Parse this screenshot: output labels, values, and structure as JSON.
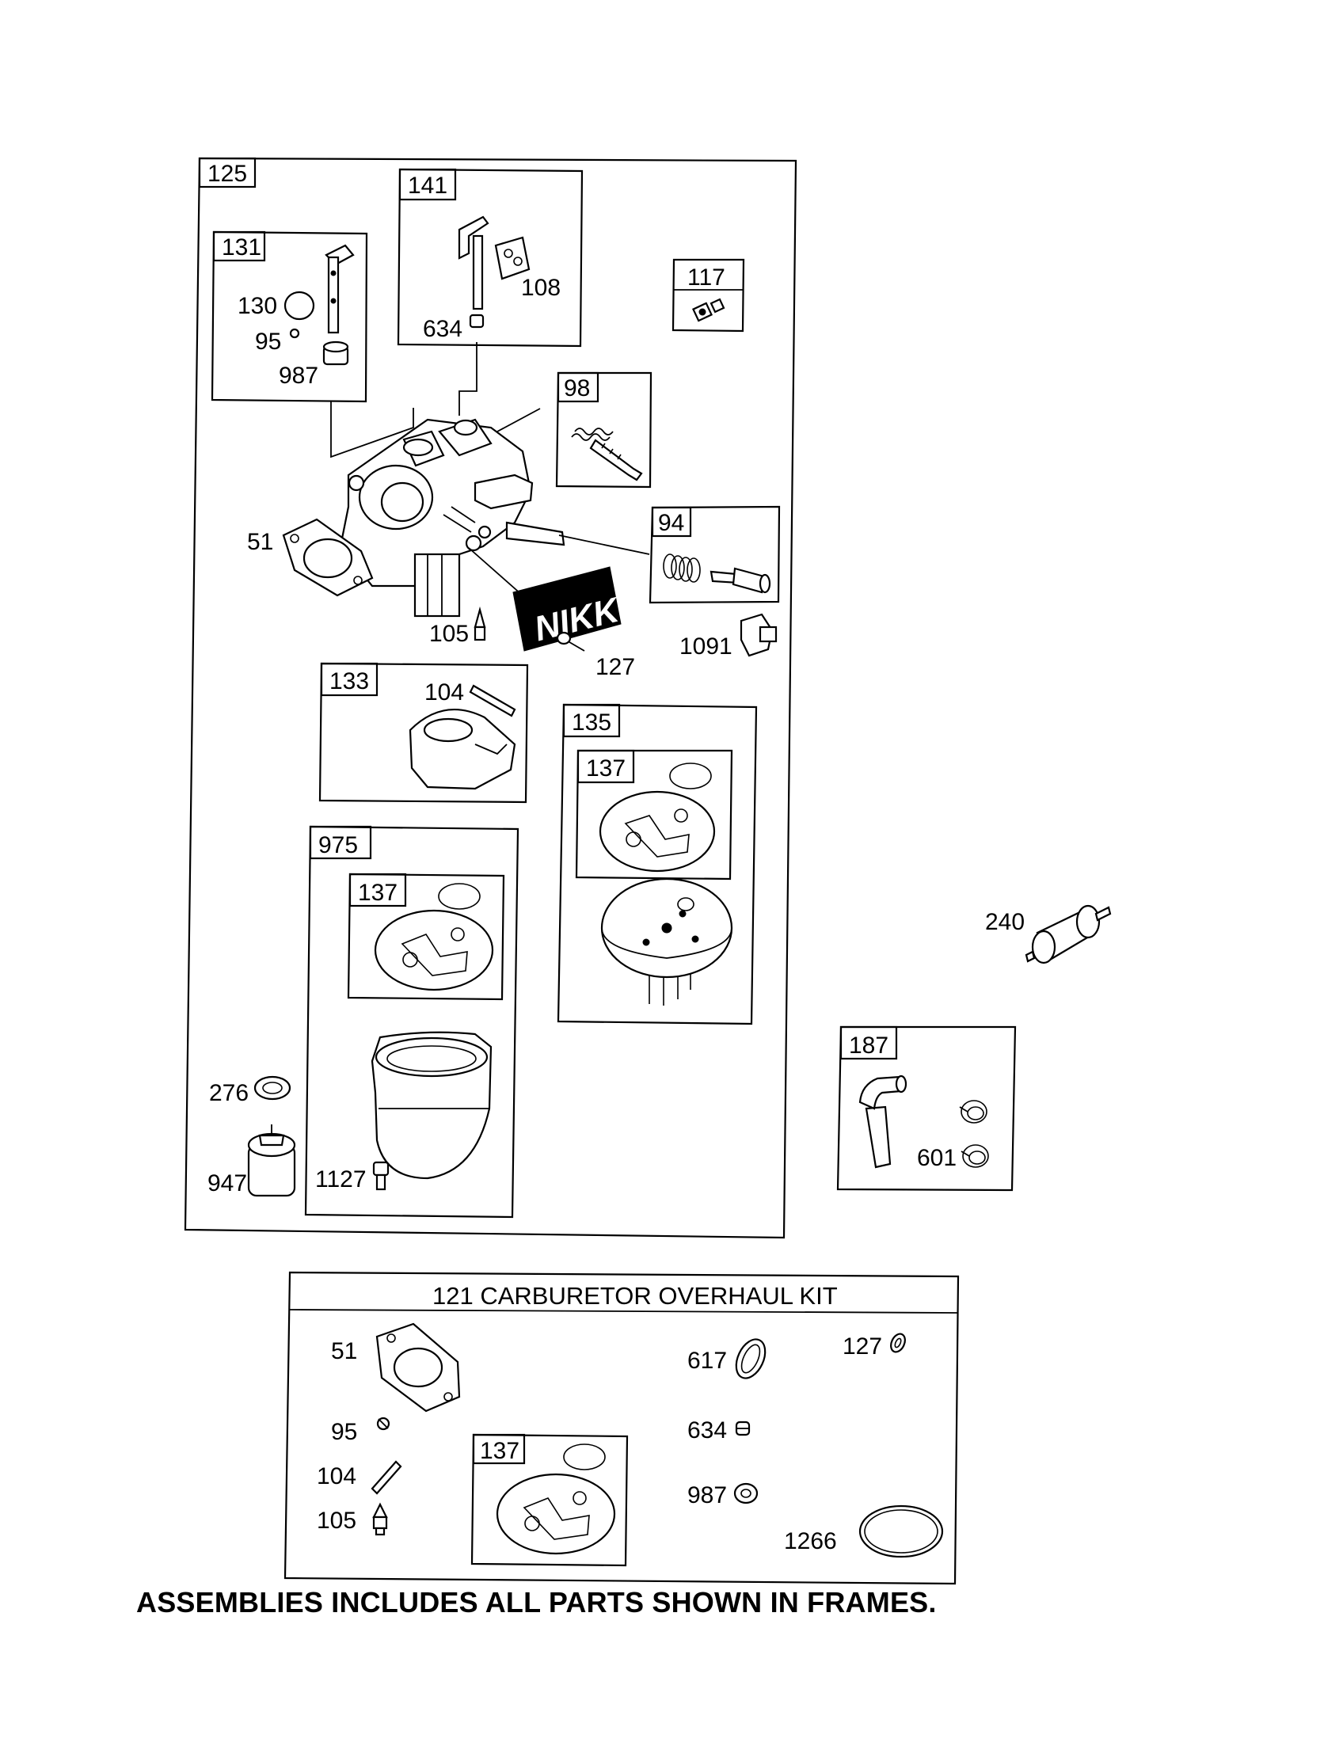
{
  "frames": {
    "f125": "125",
    "f131": "131",
    "f141": "141",
    "f117": "117",
    "f98": "98",
    "f94": "94",
    "f133": "133",
    "f135": "135",
    "f137a": "137",
    "f975": "975",
    "f137b": "137",
    "f187": "187",
    "f137c": "137"
  },
  "parts": {
    "p130": "130",
    "p95": "95",
    "p987": "987",
    "p108": "108",
    "p634": "634",
    "p51": "51",
    "p105": "105",
    "p127": "127",
    "p1091": "1091",
    "p104": "104",
    "p276": "276",
    "p947": "947",
    "p1127": "1127",
    "p240": "240",
    "p601": "601"
  },
  "brand_logo": "NIKKI",
  "kit": {
    "title": "121 CARBURETOR OVERHAUL KIT",
    "k51": "51",
    "k95": "95",
    "k104": "104",
    "k105": "105",
    "k137": "137",
    "k617": "617",
    "k634": "634",
    "k987": "987",
    "k127": "127",
    "k1266": "1266"
  },
  "footer_note": "ASSEMBLIES INCLUDES ALL PARTS SHOWN IN FRAMES."
}
